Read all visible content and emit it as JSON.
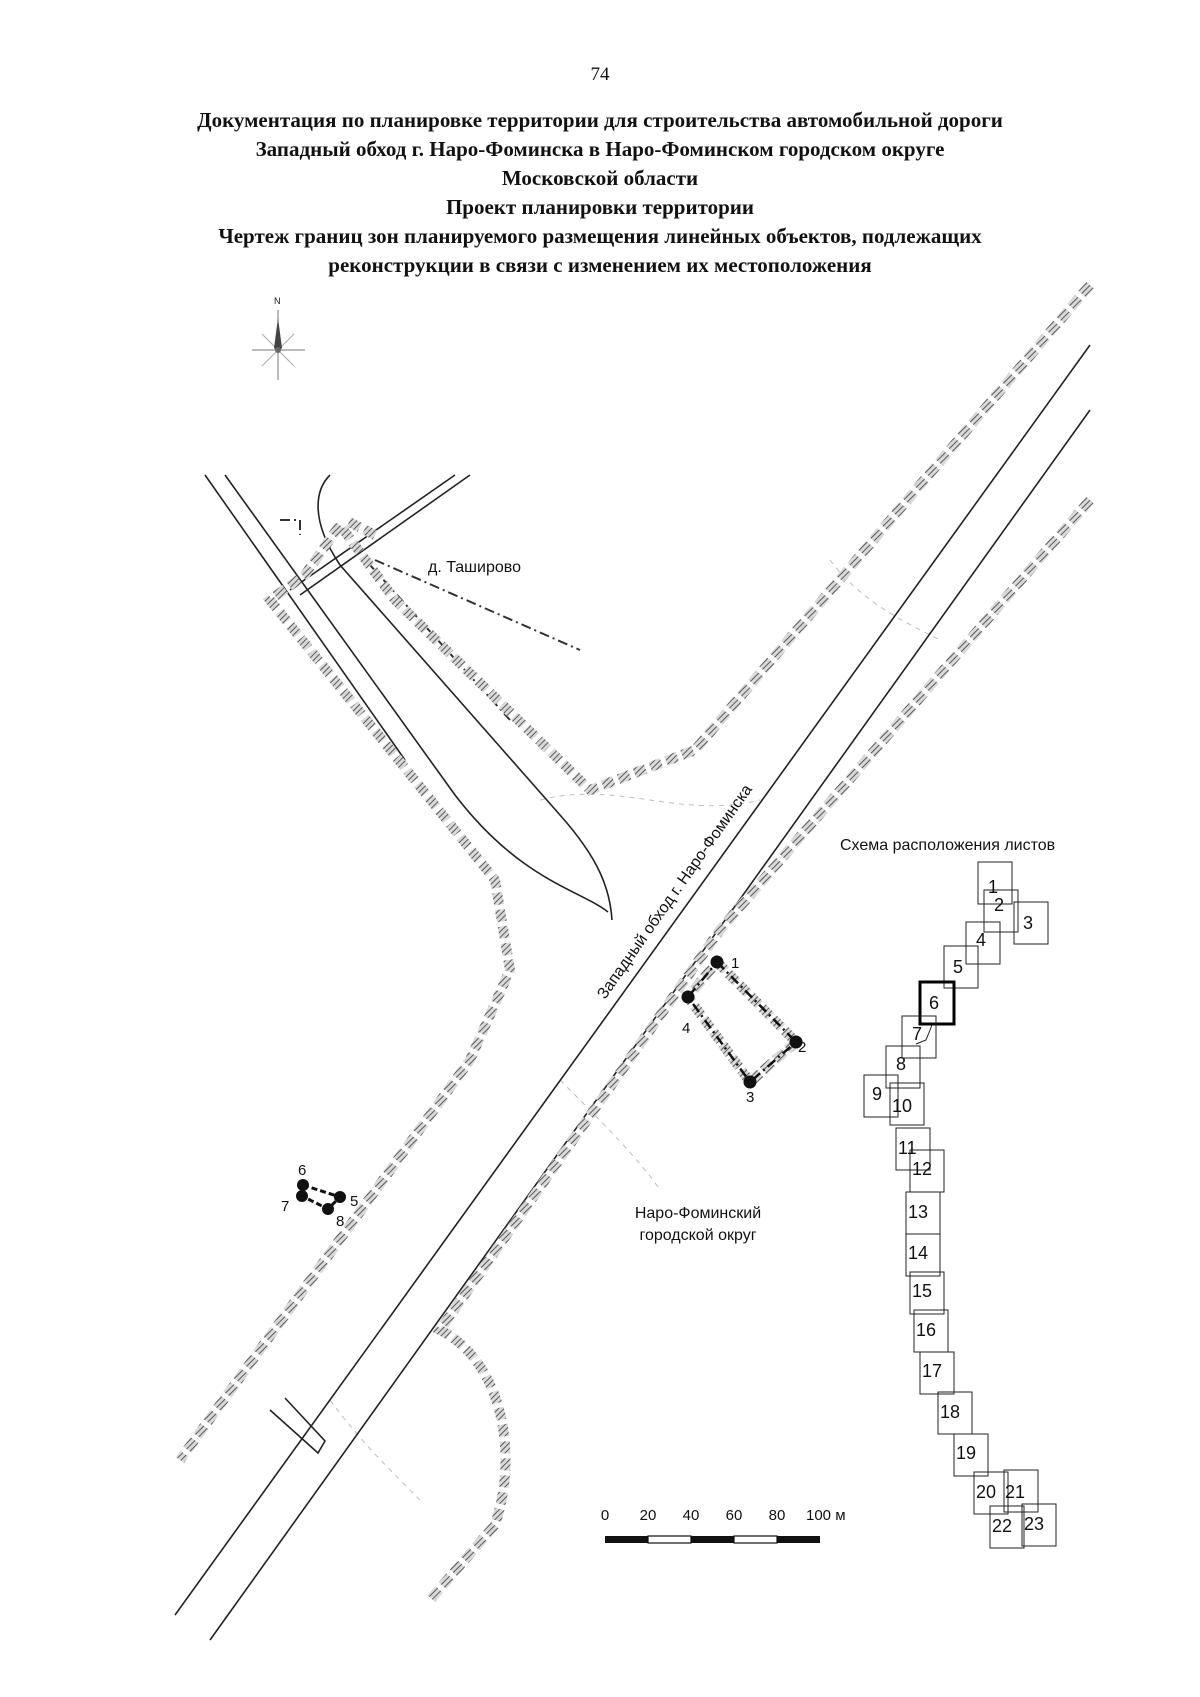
{
  "page_number": "74",
  "title_lines": [
    "Документация по планировке территории для строительства автомобильной дороги",
    "Западный обход г. Наро-Фоминска в Наро-Фоминском городском округе",
    "Московской области",
    "Проект планировки территории",
    "Чертеж границ зон планируемого размещения линейных объектов, подлежащих",
    "реконструкции в связи с изменением их местоположения"
  ],
  "compass": {
    "north_label": "N",
    "icon": "north-arrow-icon"
  },
  "map_labels": {
    "village": "д. Таширово",
    "road": "Западный обход г. Наро-Фоминска",
    "district_line1": "Наро-Фоминский",
    "district_line2": "городской округ"
  },
  "points": [
    "1",
    "2",
    "3",
    "4",
    "5",
    "6",
    "7",
    "8"
  ],
  "scale_bar": {
    "ticks": [
      "0",
      "20",
      "40",
      "60",
      "80",
      "100 м"
    ]
  },
  "sheet_scheme": {
    "title": "Схема расположения листов",
    "highlighted_sheet": "6",
    "sheets": [
      "1",
      "2",
      "3",
      "4",
      "5",
      "6",
      "7",
      "8",
      "9",
      "10",
      "11",
      "12",
      "13",
      "14",
      "15",
      "16",
      "17",
      "18",
      "19",
      "20",
      "21",
      "22",
      "23"
    ]
  }
}
